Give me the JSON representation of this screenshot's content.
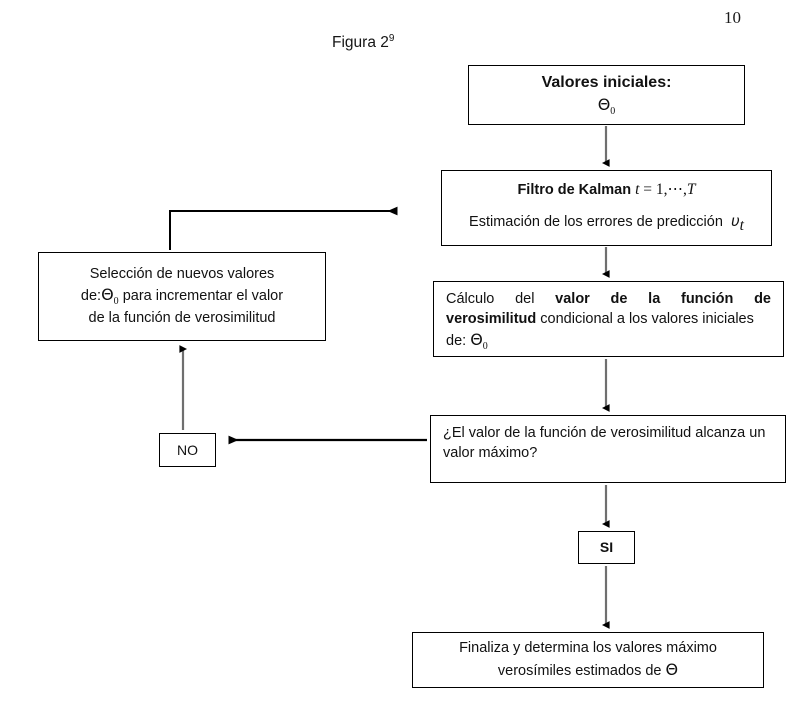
{
  "page": {
    "number": "10",
    "caption_text": "Figura 2",
    "caption_footnote": "9",
    "background": "#ffffff",
    "ink": "#000000",
    "connector_gray": "#707070"
  },
  "boxes": {
    "initial_values": {
      "title": "Valores iniciales:",
      "theta": "Θ",
      "theta_sub": "0"
    },
    "kalman_filter": {
      "label": "Filtro de Kalman",
      "math_t": "t",
      "math_eq": " = 1,⋯,",
      "math_T": "T",
      "line2": "Estimación de los errores de predicción",
      "upsilon": "υ",
      "upsilon_sub": "t"
    },
    "likelihood_calc": {
      "pre": "Cálculo del ",
      "bold1": "valor de la función de",
      "bold2": "verosimilitud",
      "post": " condicional a los valores iniciales",
      "line3_pre": "de: ",
      "theta": "Θ",
      "theta_sub": "0"
    },
    "decision": {
      "line1": "¿El valor de la función de verosimilitud alcanza un",
      "line2": "valor máximo?"
    },
    "new_values": {
      "line1": "Selección de nuevos valores",
      "line2_pre": "de:",
      "theta": "Θ",
      "theta_sub": "0",
      "line2_post": " para incrementar el valor",
      "line3": "de la función de verosimilitud"
    },
    "no_branch": {
      "label": "NO"
    },
    "si_branch": {
      "label": "SI"
    },
    "final": {
      "line1": "Finaliza y determina los valores máximo",
      "line2_pre": "verosímiles estimados  de ",
      "line2": "verosímiles estimados  de ",
      "theta": "Θ"
    }
  },
  "connectors": [
    {
      "name": "arrow-initial-to-kalman",
      "from": "initial_values",
      "to": "kalman_filter",
      "direction": "down"
    },
    {
      "name": "arrow-kalman-to-likelihood",
      "from": "kalman_filter",
      "to": "likelihood_calc",
      "direction": "down"
    },
    {
      "name": "arrow-likelihood-to-decision",
      "from": "likelihood_calc",
      "to": "decision",
      "direction": "down"
    },
    {
      "name": "arrow-decision-to-no",
      "from": "decision",
      "to": "no_branch",
      "direction": "left"
    },
    {
      "name": "arrow-no-to-new-values",
      "from": "no_branch",
      "to": "new_values",
      "direction": "up"
    },
    {
      "name": "arrow-new-values-to-kalman",
      "from": "new_values",
      "to": "kalman_filter",
      "direction": "up-right"
    },
    {
      "name": "arrow-decision-to-si",
      "from": "decision",
      "to": "si_branch",
      "direction": "down"
    },
    {
      "name": "arrow-si-to-final",
      "from": "si_branch",
      "to": "final",
      "direction": "down"
    }
  ]
}
